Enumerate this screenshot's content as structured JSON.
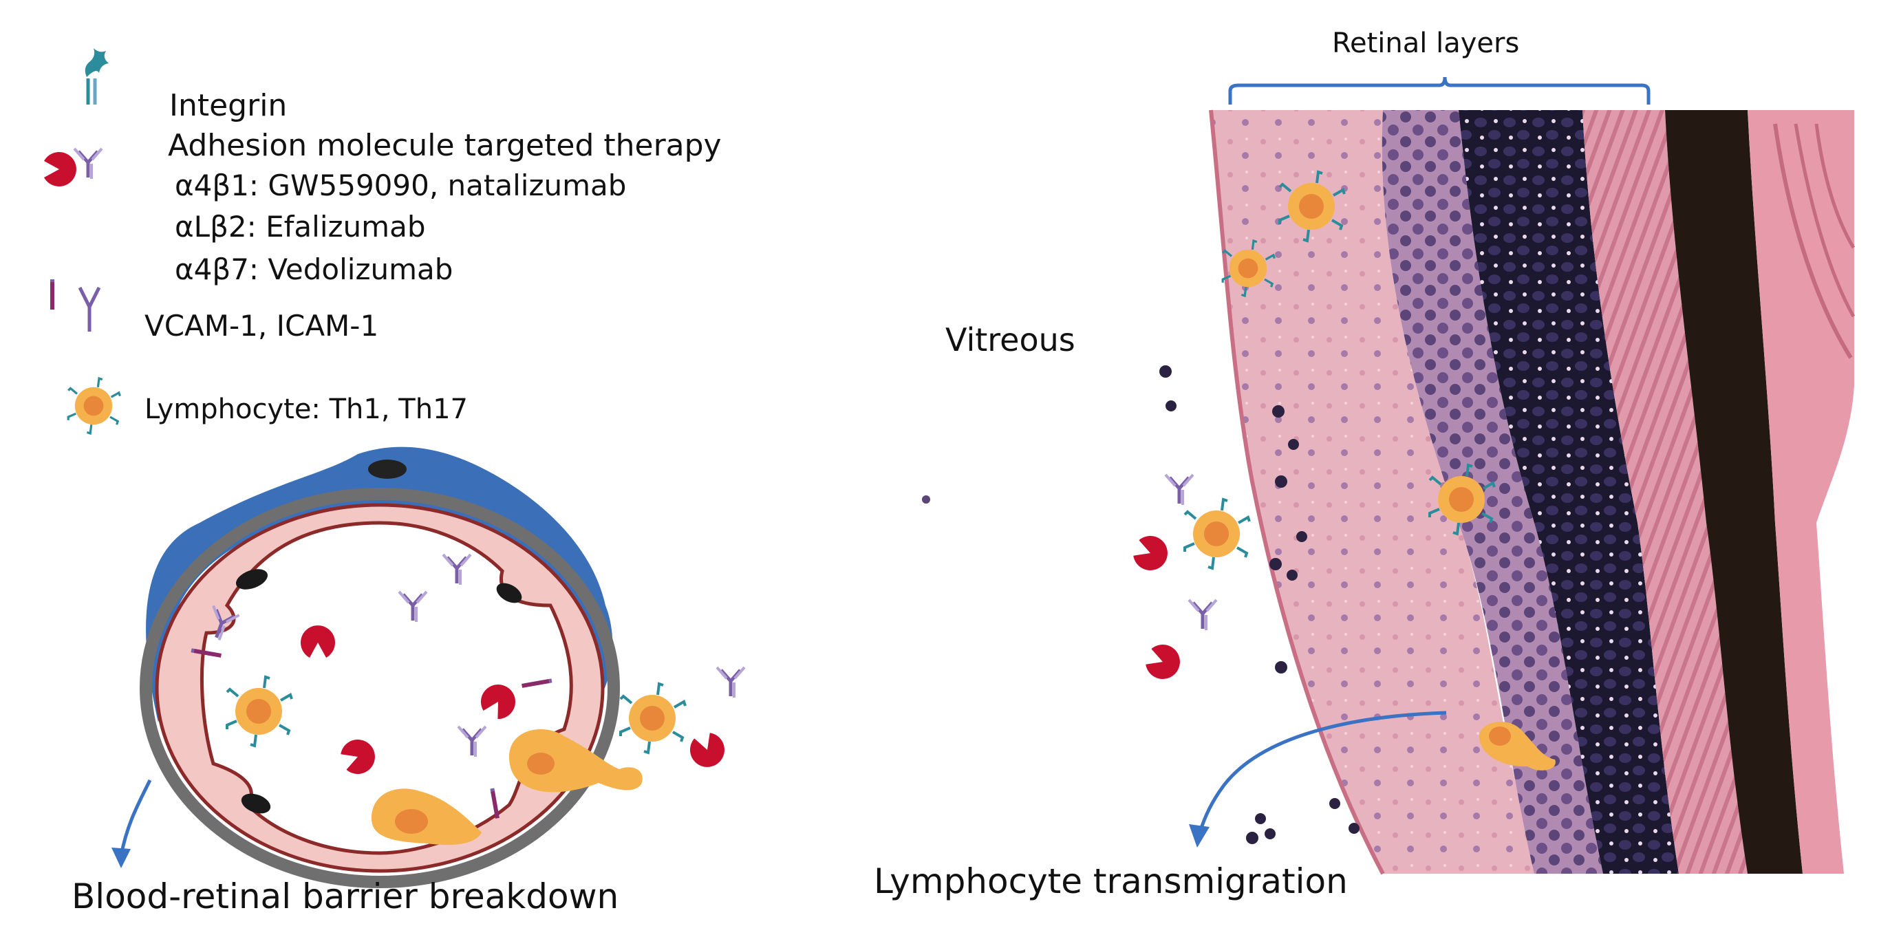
{
  "legend": {
    "integrin": "Integrin",
    "therapy_title": "Adhesion molecule targeted therapy",
    "therapies": [
      "α4β1: GW559090, natalizumab",
      "αLβ2: Efalizumab",
      "α4β7: Vedolizumab"
    ],
    "vcam_icam": "VCAM-1, ICAM-1",
    "lymphocyte": "Lymphocyte: Th1, Th17"
  },
  "labels": {
    "barrier_breakdown": "Blood-retinal barrier breakdown",
    "vitreous": "Vitreous",
    "retinal_layers": "Retinal layers",
    "transmigration": "Lymphocyte transmigration"
  },
  "colors": {
    "pericyte_blue": "#3b70b8",
    "vessel_pink": "#f2c7c4",
    "vessel_border": "#8c2a2a",
    "basement_gray": "#6f6f6f",
    "lymphocyte_orange": "#f5b14c",
    "lymphocyte_core": "#e8873a",
    "drug_red": "#c8102e",
    "antibody_purple": "#7a5fa8",
    "integrin_teal": "#2b8c9c",
    "arrow_blue": "#3a72c4",
    "tissue_pink": "#e6a7b4",
    "nuclei_dark": "#2a2240"
  }
}
